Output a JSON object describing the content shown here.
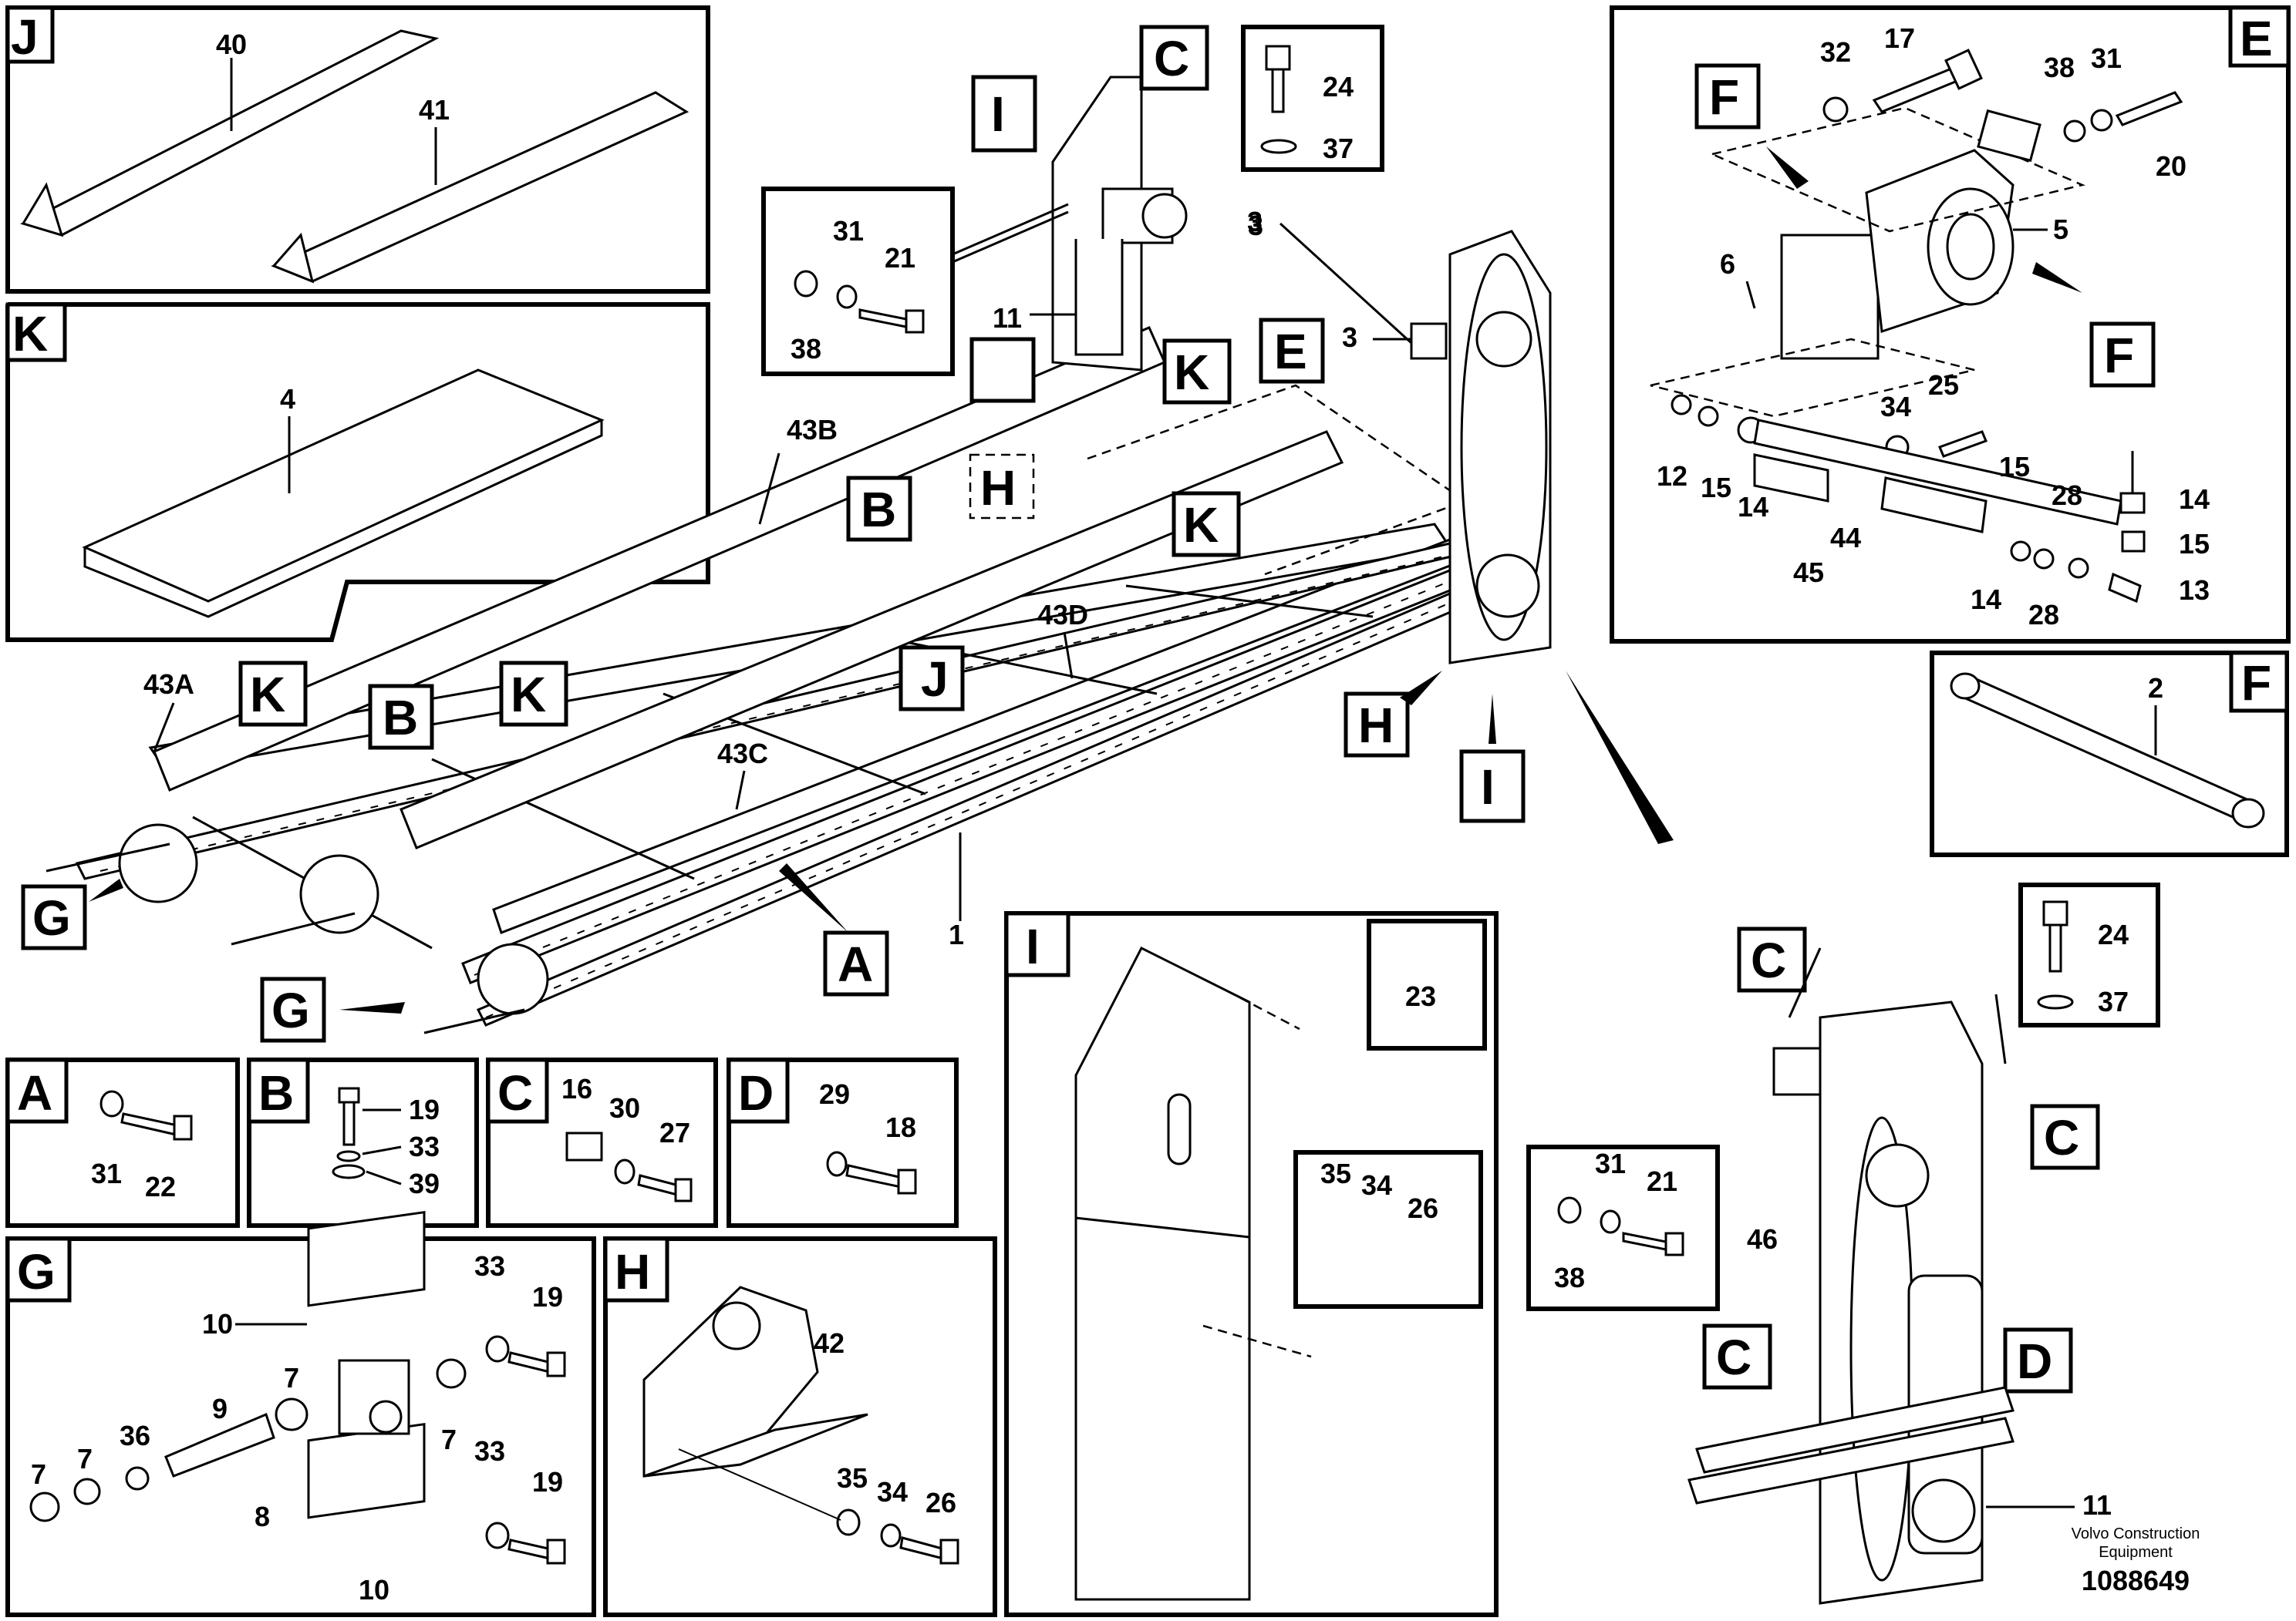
{
  "footer": {
    "brand": "Volvo Construction Equipment",
    "doc_number": "1088649"
  },
  "letters": [
    "A",
    "B",
    "C",
    "D",
    "E",
    "F",
    "G",
    "H",
    "I",
    "J",
    "K"
  ],
  "detail_J": {
    "parts": [
      "40",
      "41"
    ]
  },
  "detail_K": {
    "parts": [
      "4"
    ]
  },
  "detail_E": {
    "parts": [
      "32",
      "17",
      "38",
      "31",
      "20",
      "5",
      "6",
      "34",
      "25",
      "12",
      "15",
      "14",
      "44",
      "45",
      "28",
      "13"
    ]
  },
  "detail_F": {
    "parts": [
      "2"
    ]
  },
  "detail_A": {
    "parts": [
      "31",
      "22"
    ]
  },
  "detail_B": {
    "parts": [
      "19",
      "33",
      "39"
    ]
  },
  "detail_C": {
    "parts": [
      "16",
      "30",
      "27"
    ]
  },
  "detail_D": {
    "parts": [
      "29",
      "18"
    ]
  },
  "detail_G": {
    "parts": [
      "33",
      "19",
      "10",
      "7",
      "9",
      "36",
      "8"
    ]
  },
  "detail_H": {
    "parts": [
      "42",
      "35",
      "34",
      "26"
    ]
  },
  "detail_I": {
    "parts": [
      "23",
      "35",
      "34",
      "26"
    ]
  },
  "main_view": {
    "parts": [
      "43A",
      "43B",
      "43C",
      "43D",
      "1",
      "3",
      "11",
      "24",
      "37",
      "31",
      "21",
      "38",
      "46"
    ]
  }
}
